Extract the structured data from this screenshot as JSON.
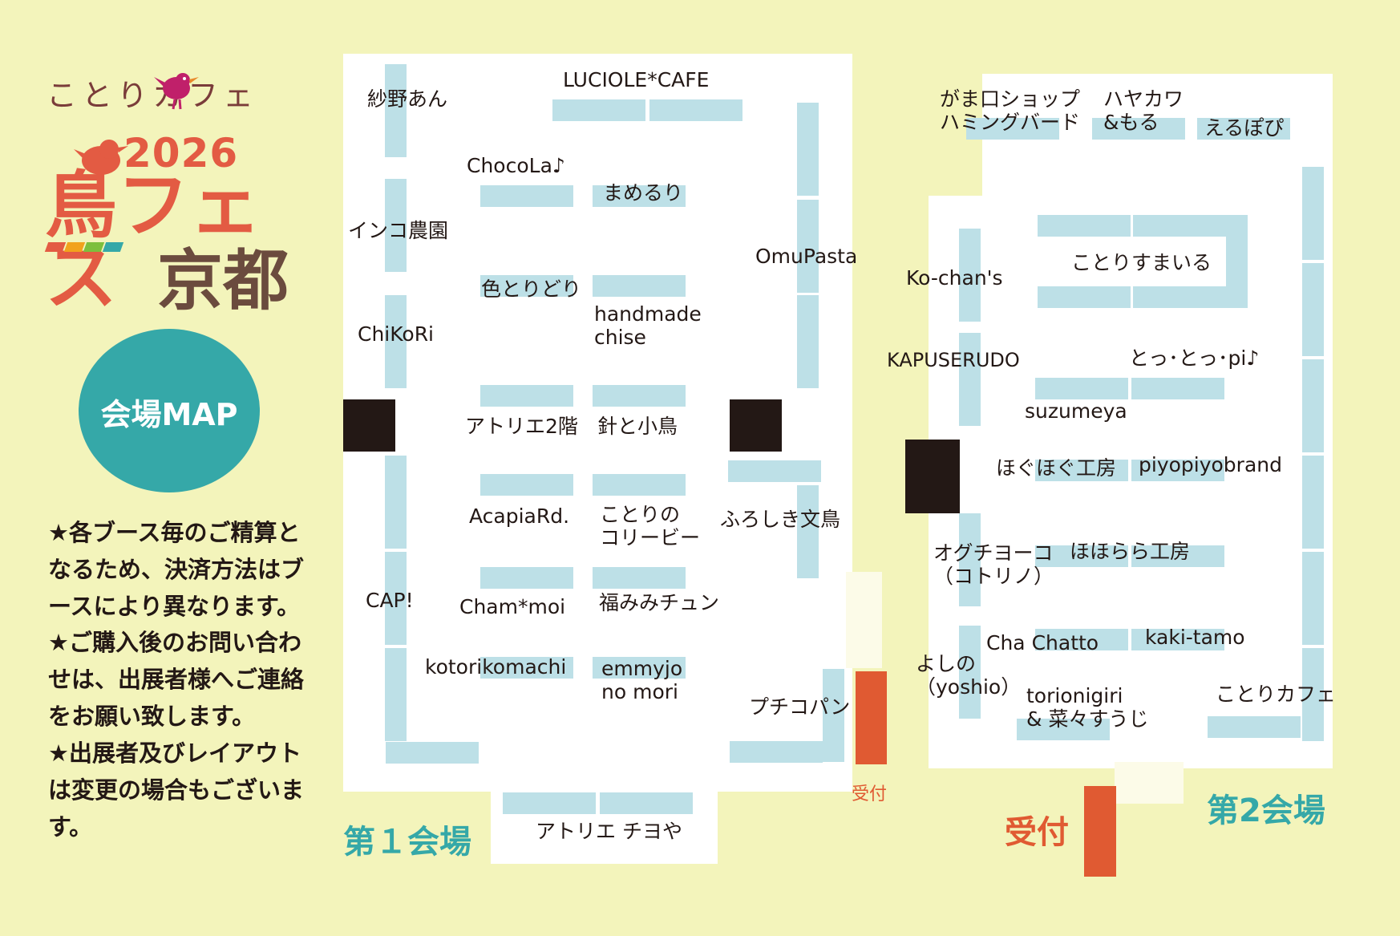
{
  "brand": {
    "name": "ことりカフェ"
  },
  "event": {
    "year": "2026",
    "title_line1": "鳥フェス",
    "title_line2": "京都",
    "map_badge": "会場MAP"
  },
  "notes": [
    "★各ブース毎のご精算となるため、決済方法はブースにより異なります。",
    "★ご購入後のお問い合わせは、出展者様へご連絡をお願い致します。",
    "★出展者及びレイアウトは変更の場合もございます。"
  ],
  "venues": {
    "hall1": "第１会場",
    "hall2": "第2会場",
    "reception_small": "受付",
    "reception_large": "受付"
  },
  "hall1_booths": {
    "sayano": "紗野あん",
    "luciole": "LUCIOLE*CAFE",
    "chocola": "ChocoLa♪",
    "mameruri": "まめるり",
    "inko": "インコ農園",
    "omupasta": "OmuPasta",
    "irotoridori": "色とりどり",
    "handmade": "handmade\nchise",
    "chikori": "ChiKoRi",
    "atelier2": "アトリエ2階",
    "harito": "針と小鳥",
    "acapia": "AcapiaRd.",
    "kotorino": "ことりの\nコリービー",
    "furoshiki": "ふろしき文鳥",
    "cap": "CAP!",
    "chammoi": "Cham*moi",
    "fukumimi": "福みみチュン",
    "kotorikomachi": "kotorikomachi",
    "emmyjo": "emmyjo\nno mori",
    "puchikopan": "プチコパン",
    "chiyoya": "アトリエ チヨや"
  },
  "hall2_booths": {
    "gamaguchi": "がま口ショップ\nハミングバード",
    "hayakawa": "ハヤカワ\n&もる",
    "erupopi": "えるぽぴ",
    "kochans": "Ko-chan's",
    "smile": "ことりすまいる",
    "kapuserudo": "KAPUSERUDO",
    "tottopi": "とっ･とっ･pi♪",
    "suzumeya": "suzumeya",
    "hoguhogu": "ほぐほぐ工房",
    "piyopiyo": "piyopiyobrand",
    "oguchi": "オグチヨーコ\n（コトリノ）",
    "hohorara": "ほほらら工房",
    "chachatto": "Cha Chatto",
    "kakitamo": "kaki-tamo",
    "yoshino": "よしの\n（yoshio）",
    "torionigiri": "torionigiri\n& 菜々すうじ",
    "kotoricafe": "ことりカフェ"
  },
  "colors": {
    "background": "#f3f4bb",
    "booth": "#bde0e7",
    "reception": "#e05a32",
    "venue_text": "#35a8a8",
    "badge": "#35a8a8",
    "brand_text": "#7a3c3a"
  }
}
